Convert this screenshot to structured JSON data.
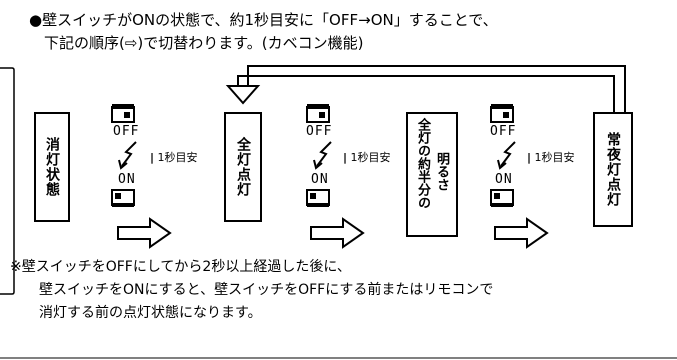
{
  "intro": {
    "line1": "●壁スイッチがONの状態で、約1秒目安に「OFF→ON」することで、",
    "line2": "下記の順序(⇨)で切替わります。(カベコン機能)"
  },
  "states": [
    {
      "label": "消灯状態"
    },
    {
      "label": "全灯点灯"
    },
    {
      "label_main": "全灯の約半分の",
      "label_sub": "明るさ"
    },
    {
      "label": "常夜灯点灯"
    }
  ],
  "switch_steps": [
    {
      "off_label": "OFF",
      "on_label": "ON",
      "guide": "1秒目安"
    },
    {
      "off_label": "OFF",
      "on_label": "ON",
      "guide": "1秒目安"
    },
    {
      "off_label": "OFF",
      "on_label": "ON",
      "guide": "1秒目安"
    }
  ],
  "note": {
    "line1": "※壁スイッチをOFFにしてから2秒以上経過した後に、",
    "line2": "壁スイッチをONにすると、壁スイッチをOFFにする前またはリモコンで",
    "line3": "消灯する前の点灯状態になります。"
  },
  "icons": [
    "switch-off-icon",
    "switch-on-icon",
    "lightning-arrow-icon",
    "right-arrow-icon",
    "return-arrow-icon"
  ]
}
